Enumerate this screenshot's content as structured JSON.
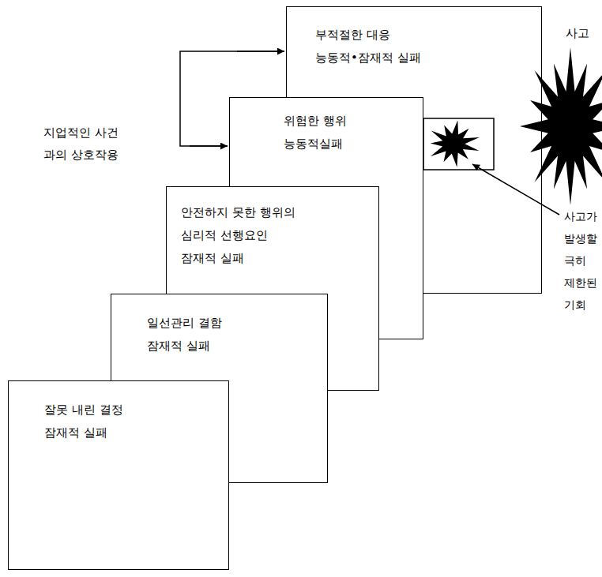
{
  "diagram": {
    "nodes": [
      {
        "text": [
          "부적절한 대응",
          "능동적•잠재적 실패"
        ]
      },
      {
        "text": [
          "위험한 행위",
          "능동적실패"
        ]
      },
      {
        "text": [
          "안전하지 못한 행위의 심리적 선행요인",
          "잠재적 실패"
        ]
      },
      {
        "text": [
          "일선관리 결함",
          "잠재적 실패"
        ]
      },
      {
        "text": [
          "잘못 내린 결정",
          "잠재적 실패"
        ]
      }
    ],
    "labels": [
      "지업적인 사건 과의 상호작용",
      "사고",
      "사고가 발생할 극히 제한된 기회"
    ]
  }
}
